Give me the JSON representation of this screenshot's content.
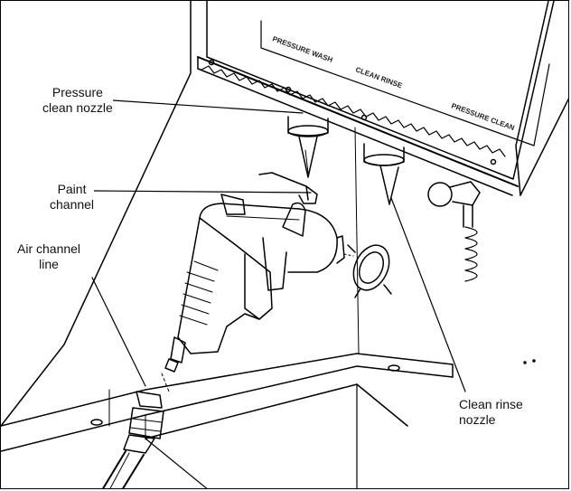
{
  "diagram": {
    "callouts": {
      "pressure_nozzle": "Pressure\nclean nozzle",
      "paint_channel": "Paint\nchannel",
      "air_channel": "Air channel\nline",
      "rinse_nozzle": "Clean rinse\nnozzle"
    },
    "panel_labels": {
      "left": "PRESSURE WASH",
      "center": "CLEAN RINSE",
      "right": "PRESSURE CLEAN"
    },
    "colors": {
      "line": "#000000",
      "background": "#ffffff"
    }
  }
}
